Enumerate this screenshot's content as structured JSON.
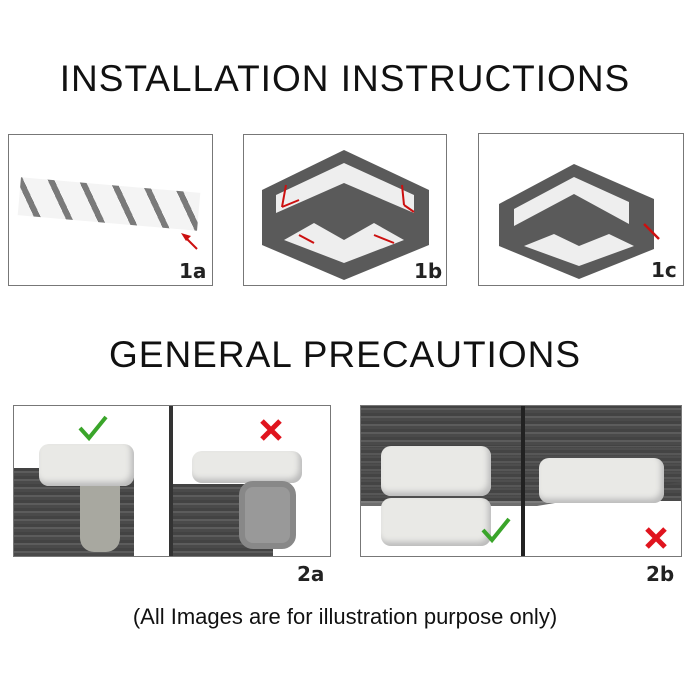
{
  "install_title": "INSTALLATION INSTRUCTIONS",
  "install_steps": [
    {
      "label": "1a"
    },
    {
      "label": "1b"
    },
    {
      "label": "1c"
    }
  ],
  "precautions_title": "GENERAL PRECAUTIONS",
  "precautions": [
    {
      "label": "2a"
    },
    {
      "label": "2b"
    }
  ],
  "footnote": "(All Images are for illustration purpose only)",
  "colors": {
    "check": "#3aa52a",
    "cross": "#e0141e",
    "arrow": "#cc1010"
  }
}
